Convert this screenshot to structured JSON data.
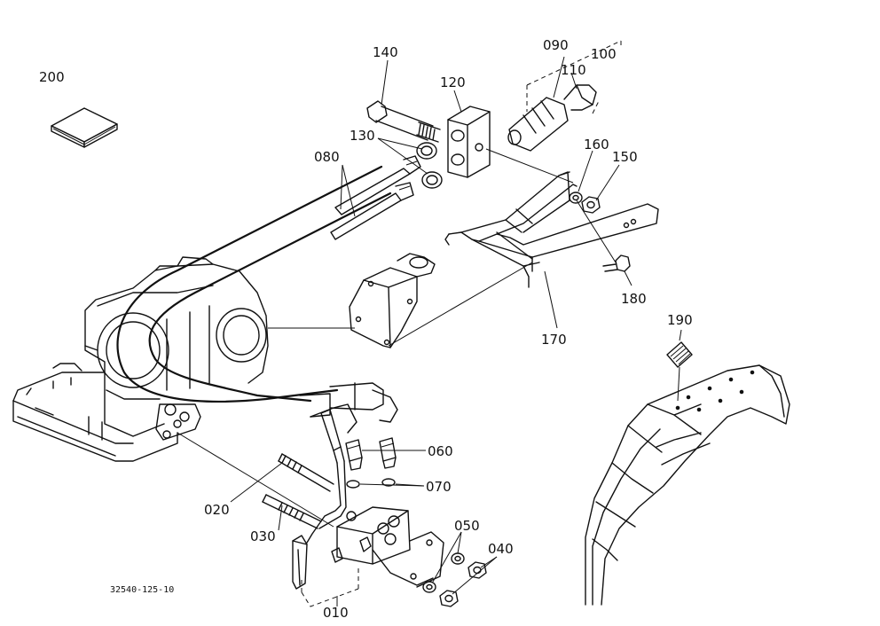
{
  "figure_code": "32540-125-10",
  "labels": {
    "p010": "010",
    "p020": "020",
    "p030": "030",
    "p040": "040",
    "p050": "050",
    "p060": "060",
    "p070": "070",
    "p080": "080",
    "p090": "090",
    "p100": "100",
    "p110": "110",
    "p120": "120",
    "p130": "130",
    "p140": "140",
    "p150": "150",
    "p160": "160",
    "p170": "170",
    "p180": "180",
    "p190": "190",
    "p200": "200"
  }
}
